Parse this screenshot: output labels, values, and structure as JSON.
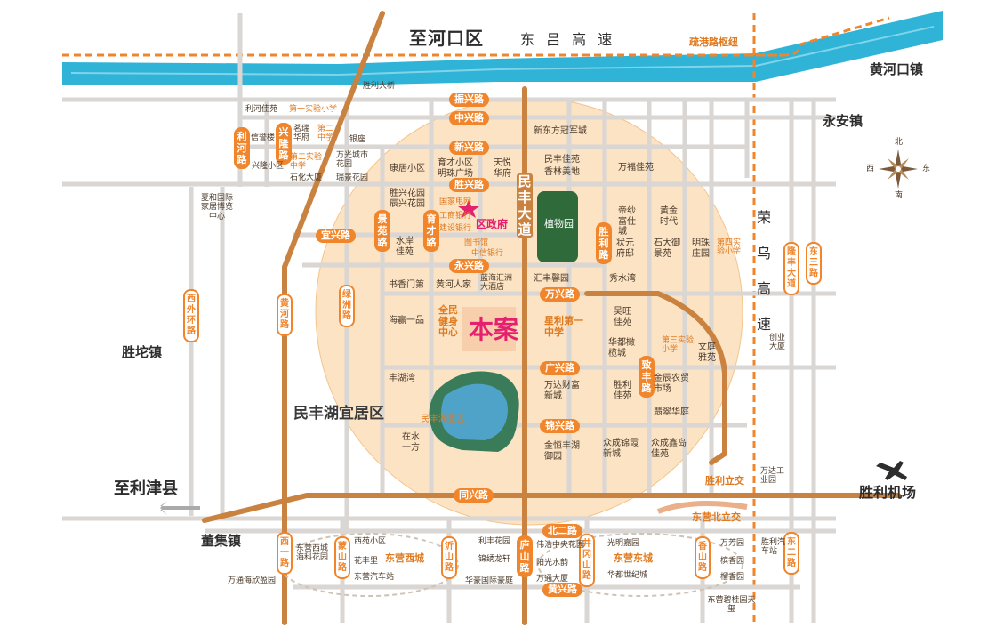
{
  "top": {
    "district": "至河口区",
    "expressway": "东 吕 高 速",
    "hub": "疏港路枢纽",
    "river_town": "黄河口镇",
    "bridge": "胜利大桥"
  },
  "towns": {
    "yongan": "永安镇",
    "shengtuo": "胜坨镇",
    "lijin": "至利津县",
    "dongji": "董集镇",
    "airport": "胜利机场",
    "zone": "民丰湖宜居区"
  },
  "roads": {
    "zhenxing": "振兴路",
    "zhongxing": "中兴路",
    "xinxing": "新兴路",
    "shengxing": "胜兴路",
    "yongxing": "永兴路",
    "yixing": "宜兴路",
    "wanxing": "万兴路",
    "guangxing": "广兴路",
    "jinxing": "锦兴路",
    "tongxing": "同兴路",
    "beier": "北二路",
    "huangxing": "黄兴路",
    "minfeng": "民丰大道",
    "liheroad": "利河路",
    "xinglong": "兴隆路",
    "jingyuan": "景苑路",
    "yucai": "育才路",
    "lvzhou": "绿洲路",
    "shengli_rd": "胜利路",
    "zhifeng": "致丰路",
    "xiwai": "西外环路",
    "huangzhou": "黄河路",
    "xiyi": "西一路",
    "mengshan": "蒙山路",
    "yishan": "沂山路",
    "lushan": "庐山路",
    "jinggang": "井冈山路",
    "xiangshan": "香山路",
    "dongsan": "东三路",
    "longfeng": "隆丰大道",
    "donger": "东二路",
    "rongwu": "荣乌高速",
    "shengli_ramp": "胜利立交",
    "dongying_ramp": "东营北立交"
  },
  "labels": {
    "xinfang": "新东方冠军城",
    "minfeng_jiayuan": "民丰佳苑",
    "xianglin": "香林美地",
    "wanfu": "万福佳苑",
    "yucai_xiaoqu": "育才小区",
    "mingyi": "明珠广场",
    "tianyue": "天悦华府",
    "kangju": "康居小区",
    "shengxinghuayuan": "胜兴花园",
    "chenxinghuayuan": "辰兴花园",
    "guojia": "国家电网",
    "gongshang": "工商银行",
    "jianshe": "建设银行",
    "qu_zhengfu": "区政府",
    "tushuguan": "图书馆",
    "zhongxin": "中信银行",
    "zhiwuyuan": "植物园",
    "dishao": "帝纱富仕城",
    "huangjin": "黄金时代",
    "zhuangyuan": "状元府邸",
    "shida": "石大御景苑",
    "mingzhu": "明珠庄园",
    "di4": "第四实验小学",
    "shuian": "水岸佳苑",
    "shuxiang": "书香门第",
    "huanghe": "黄河人家",
    "lanhai": "蓝海汇洲大酒店",
    "huifeng": "汇丰馨园",
    "xiushui": "秀水湾",
    "haiying": "海赢一品",
    "quanmin": "全民健身中心",
    "benan": "本案",
    "xingli": "星利第一中学",
    "haowang": "吴旺佳苑",
    "huadu": "华都橄榄城",
    "di3": "第三实验小学",
    "wenting": "文庭雅苑",
    "fenghuwan": "丰湖湾",
    "wanda": "万达财富新城",
    "shengli_jiayuan": "胜利佳苑",
    "jinchen": "金辰农贸市场",
    "feicui": "翡翠华庭",
    "minfenghu": "民丰湖景区",
    "zaishui": "在水一方",
    "jinheng": "金恒丰湖御园",
    "zhongcheng1": "众成锦霞新城",
    "zhongcheng2": "众成鑫岛佳苑",
    "wandazone": "万达工业园",
    "chuangye": "创业大厦",
    "lihe_jiayuan": "利河佳苑",
    "di1": "第一实验小学",
    "xinyi": "信誉楼",
    "xingrui": "茗瑞华府",
    "di2": "第二中学",
    "xingrui2": "兴隆小区",
    "di2sy": "第二实验中学",
    "shihua": "石化大厦",
    "wanguang": "万光城市花园",
    "ruiyin": "瑞景花园",
    "yinzuo": "银座",
    "xiahe": "夏和国际家居博览中心",
    "dongying_xicheng": "东营西城",
    "dongying_dongcheng": "东营东城",
    "xiyuan": "西苑小区",
    "huafeng": "花丰里",
    "dongying_xi": "东营西城海科花园",
    "dongying_qichezhan": "东营汽车站",
    "wantong": "万通海欣盈园",
    "lifeng": "利丰花园",
    "jinxiu": "锦绣龙轩",
    "huasha": "华豪国际豪庭",
    "weiqiao": "伟浩中央花园",
    "yangguang": "阳光水韵",
    "wantong2": "万通大厦",
    "guangming": "光明嘉园",
    "huadu2": "华都世纪城",
    "wanfang": "万芳园",
    "jinxiang": "槟香园",
    "liuxiang": "榴香园",
    "shengli_bus": "胜利汽车站",
    "biyuan": "东营碧桂园天玺",
    "compass_n": "北",
    "compass_e": "东",
    "compass_w": "西",
    "compass_s": "南"
  },
  "colors": {
    "river": "#2fb3d6",
    "road_major": "#c9823f",
    "road_minor": "#d9d6d3",
    "accent": "#f0852b",
    "zone_fill": "#fbe3c4",
    "park": "#2f6b3a",
    "star": "#e5206f",
    "project": "#e5206f"
  }
}
